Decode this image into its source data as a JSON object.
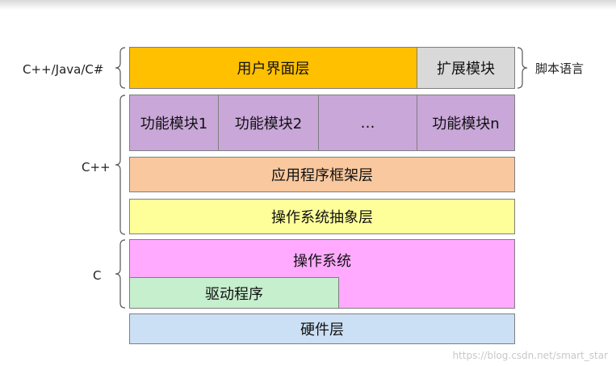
{
  "colors": {
    "ui_layer": "#ffc000",
    "extension": "#d9d9d9",
    "modules": "#c9a7d9",
    "framework": "#f9c89e",
    "abstraction": "#ffff99",
    "os": "#ffaaff",
    "driver": "#c6efce",
    "hardware": "#cce0f5"
  },
  "left_labels": {
    "top": "C++/Java/C#",
    "middle": "C++",
    "bottom": "C"
  },
  "right_labels": {
    "script": "脚本语言"
  },
  "layers": {
    "ui": "用户界面层",
    "extension": "扩展模块",
    "modules": [
      "功能模块1",
      "功能模块2",
      "…",
      "功能模块n"
    ],
    "framework": "应用程序框架层",
    "abstraction": "操作系统抽象层",
    "os": "操作系统",
    "driver": "驱动程序",
    "hardware": "硬件层"
  },
  "watermark": "https://blog.csdn.net/smart_star"
}
